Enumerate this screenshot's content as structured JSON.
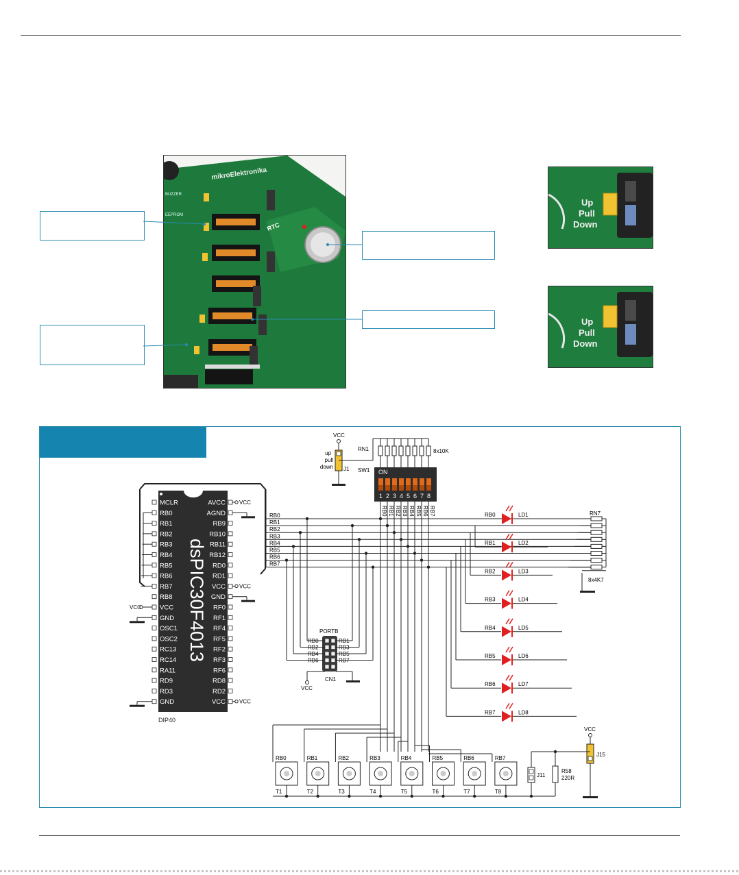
{
  "mcu": {
    "name": "dsPIC30F4013",
    "package": "DIP40",
    "left_pins": [
      "MCLR",
      "RB0",
      "RB1",
      "RB2",
      "RB3",
      "RB4",
      "RB5",
      "RB6",
      "RB7",
      "RB8",
      "VCC",
      "GND",
      "OSC1",
      "OSC2",
      "RC13",
      "RC14",
      "RA11",
      "RD9",
      "RD3",
      "GND"
    ],
    "right_pins": [
      "AVCC",
      "AGND",
      "RB9",
      "RB10",
      "RB11",
      "RB12",
      "RD0",
      "RD1",
      "VCC",
      "GND",
      "RF0",
      "RF1",
      "RF4",
      "RF5",
      "RF2",
      "RF3",
      "RF6",
      "RD8",
      "RD2",
      "VCC"
    ],
    "vcc_label": "VCC"
  },
  "bus_lines": [
    "RB0",
    "RB1",
    "RB2",
    "RB3",
    "RB4",
    "RB5",
    "RB6",
    "RB7"
  ],
  "jumper_j1": {
    "vcc": "VCC",
    "up": "up",
    "pull": "pull",
    "down": "down",
    "name": "J1"
  },
  "rn1": {
    "name": "RN1",
    "value": "8x10K"
  },
  "sw1": {
    "name": "SW1",
    "on": "ON",
    "numbers": [
      "1",
      "2",
      "3",
      "4",
      "5",
      "6",
      "7",
      "8"
    ]
  },
  "rn7": {
    "name": "RN7",
    "value": "8x4K7"
  },
  "leds": [
    {
      "port": "RB0",
      "name": "LD1"
    },
    {
      "port": "RB1",
      "name": "LD2"
    },
    {
      "port": "RB2",
      "name": "LD3"
    },
    {
      "port": "RB3",
      "name": "LD4"
    },
    {
      "port": "RB4",
      "name": "LD5"
    },
    {
      "port": "RB5",
      "name": "LD6"
    },
    {
      "port": "RB6",
      "name": "LD7"
    },
    {
      "port": "RB7",
      "name": "LD8"
    }
  ],
  "connector": {
    "title": "PORTB",
    "name": "CN1",
    "vcc": "VCC",
    "left": [
      "RB0",
      "RB2",
      "RB4",
      "RB6"
    ],
    "right": [
      "RB1",
      "RB3",
      "RB5",
      "RB7"
    ]
  },
  "buttons": [
    {
      "port": "RB0",
      "name": "T1"
    },
    {
      "port": "RB1",
      "name": "T2"
    },
    {
      "port": "RB2",
      "name": "T3"
    },
    {
      "port": "RB3",
      "name": "T4"
    },
    {
      "port": "RB4",
      "name": "T5"
    },
    {
      "port": "RB5",
      "name": "T6"
    },
    {
      "port": "RB6",
      "name": "T7"
    },
    {
      "port": "RB7",
      "name": "T8"
    }
  ],
  "jumper_j15": {
    "vcc": "VCC",
    "name": "J15"
  },
  "jumper_j11": {
    "name": "J11"
  },
  "resistor_r58": {
    "name": "R58",
    "value": "220R"
  },
  "photo_labels": {
    "board_brand": "mikroElektronika",
    "buzzer": "BUZZER",
    "eeprom": "EEPROM",
    "rtc": "RTC",
    "up": "Up",
    "pull": "Pull",
    "down": "Down"
  },
  "colors": {
    "accent": "#1585b0",
    "pcb": "#1e7a3c",
    "jumper": "#f1c232",
    "led": "#e02020",
    "dip": "#e06a1a"
  }
}
